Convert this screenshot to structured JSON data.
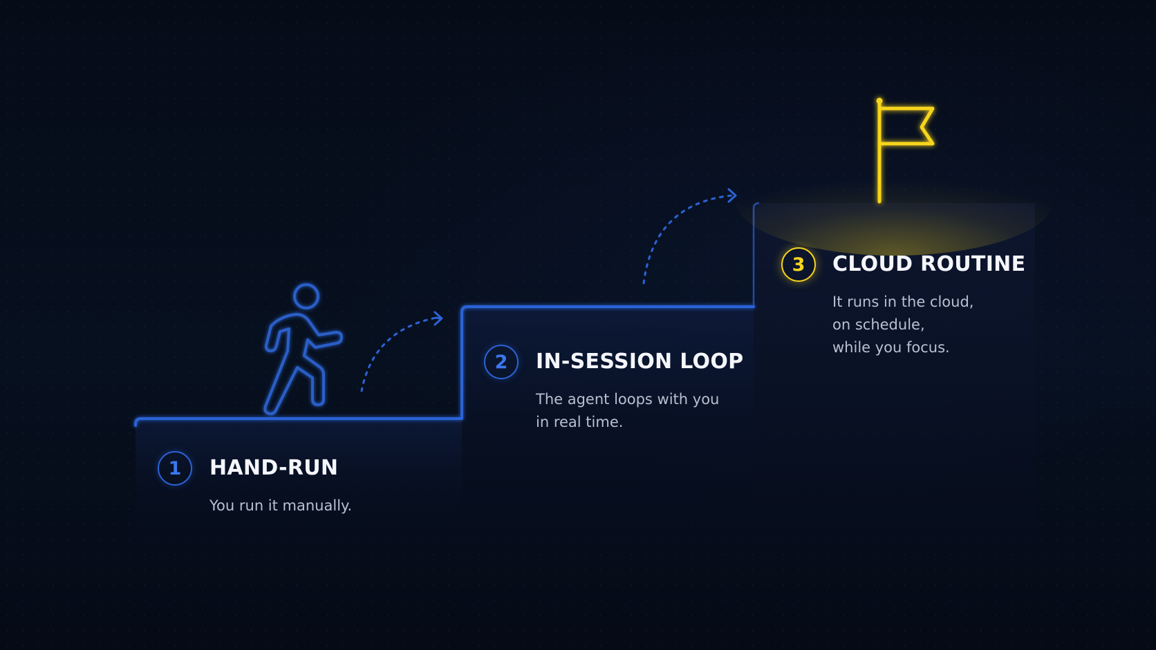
{
  "steps": [
    {
      "number": "1",
      "title": "HAND-RUN",
      "description": [
        "You run it manually."
      ],
      "accent": "#2c63d6"
    },
    {
      "number": "2",
      "title": "IN-SESSION LOOP",
      "description": [
        "The agent loops with you",
        "in real time."
      ],
      "accent": "#2c63d6"
    },
    {
      "number": "3",
      "title": "CLOUD ROUTINE",
      "description": [
        "It runs in the cloud,",
        "on schedule,",
        "while you focus."
      ],
      "accent": "#f7d51d"
    }
  ],
  "icons": {
    "walker": "walking-person-icon",
    "flag": "flag-icon",
    "arrows": "dashed-curved-arrow-icon"
  },
  "colors": {
    "background": "#070c19",
    "blue": "#2c63d6",
    "yellow": "#f7d51d",
    "title": "#f4f6fb",
    "description": "#b8c0d2"
  }
}
